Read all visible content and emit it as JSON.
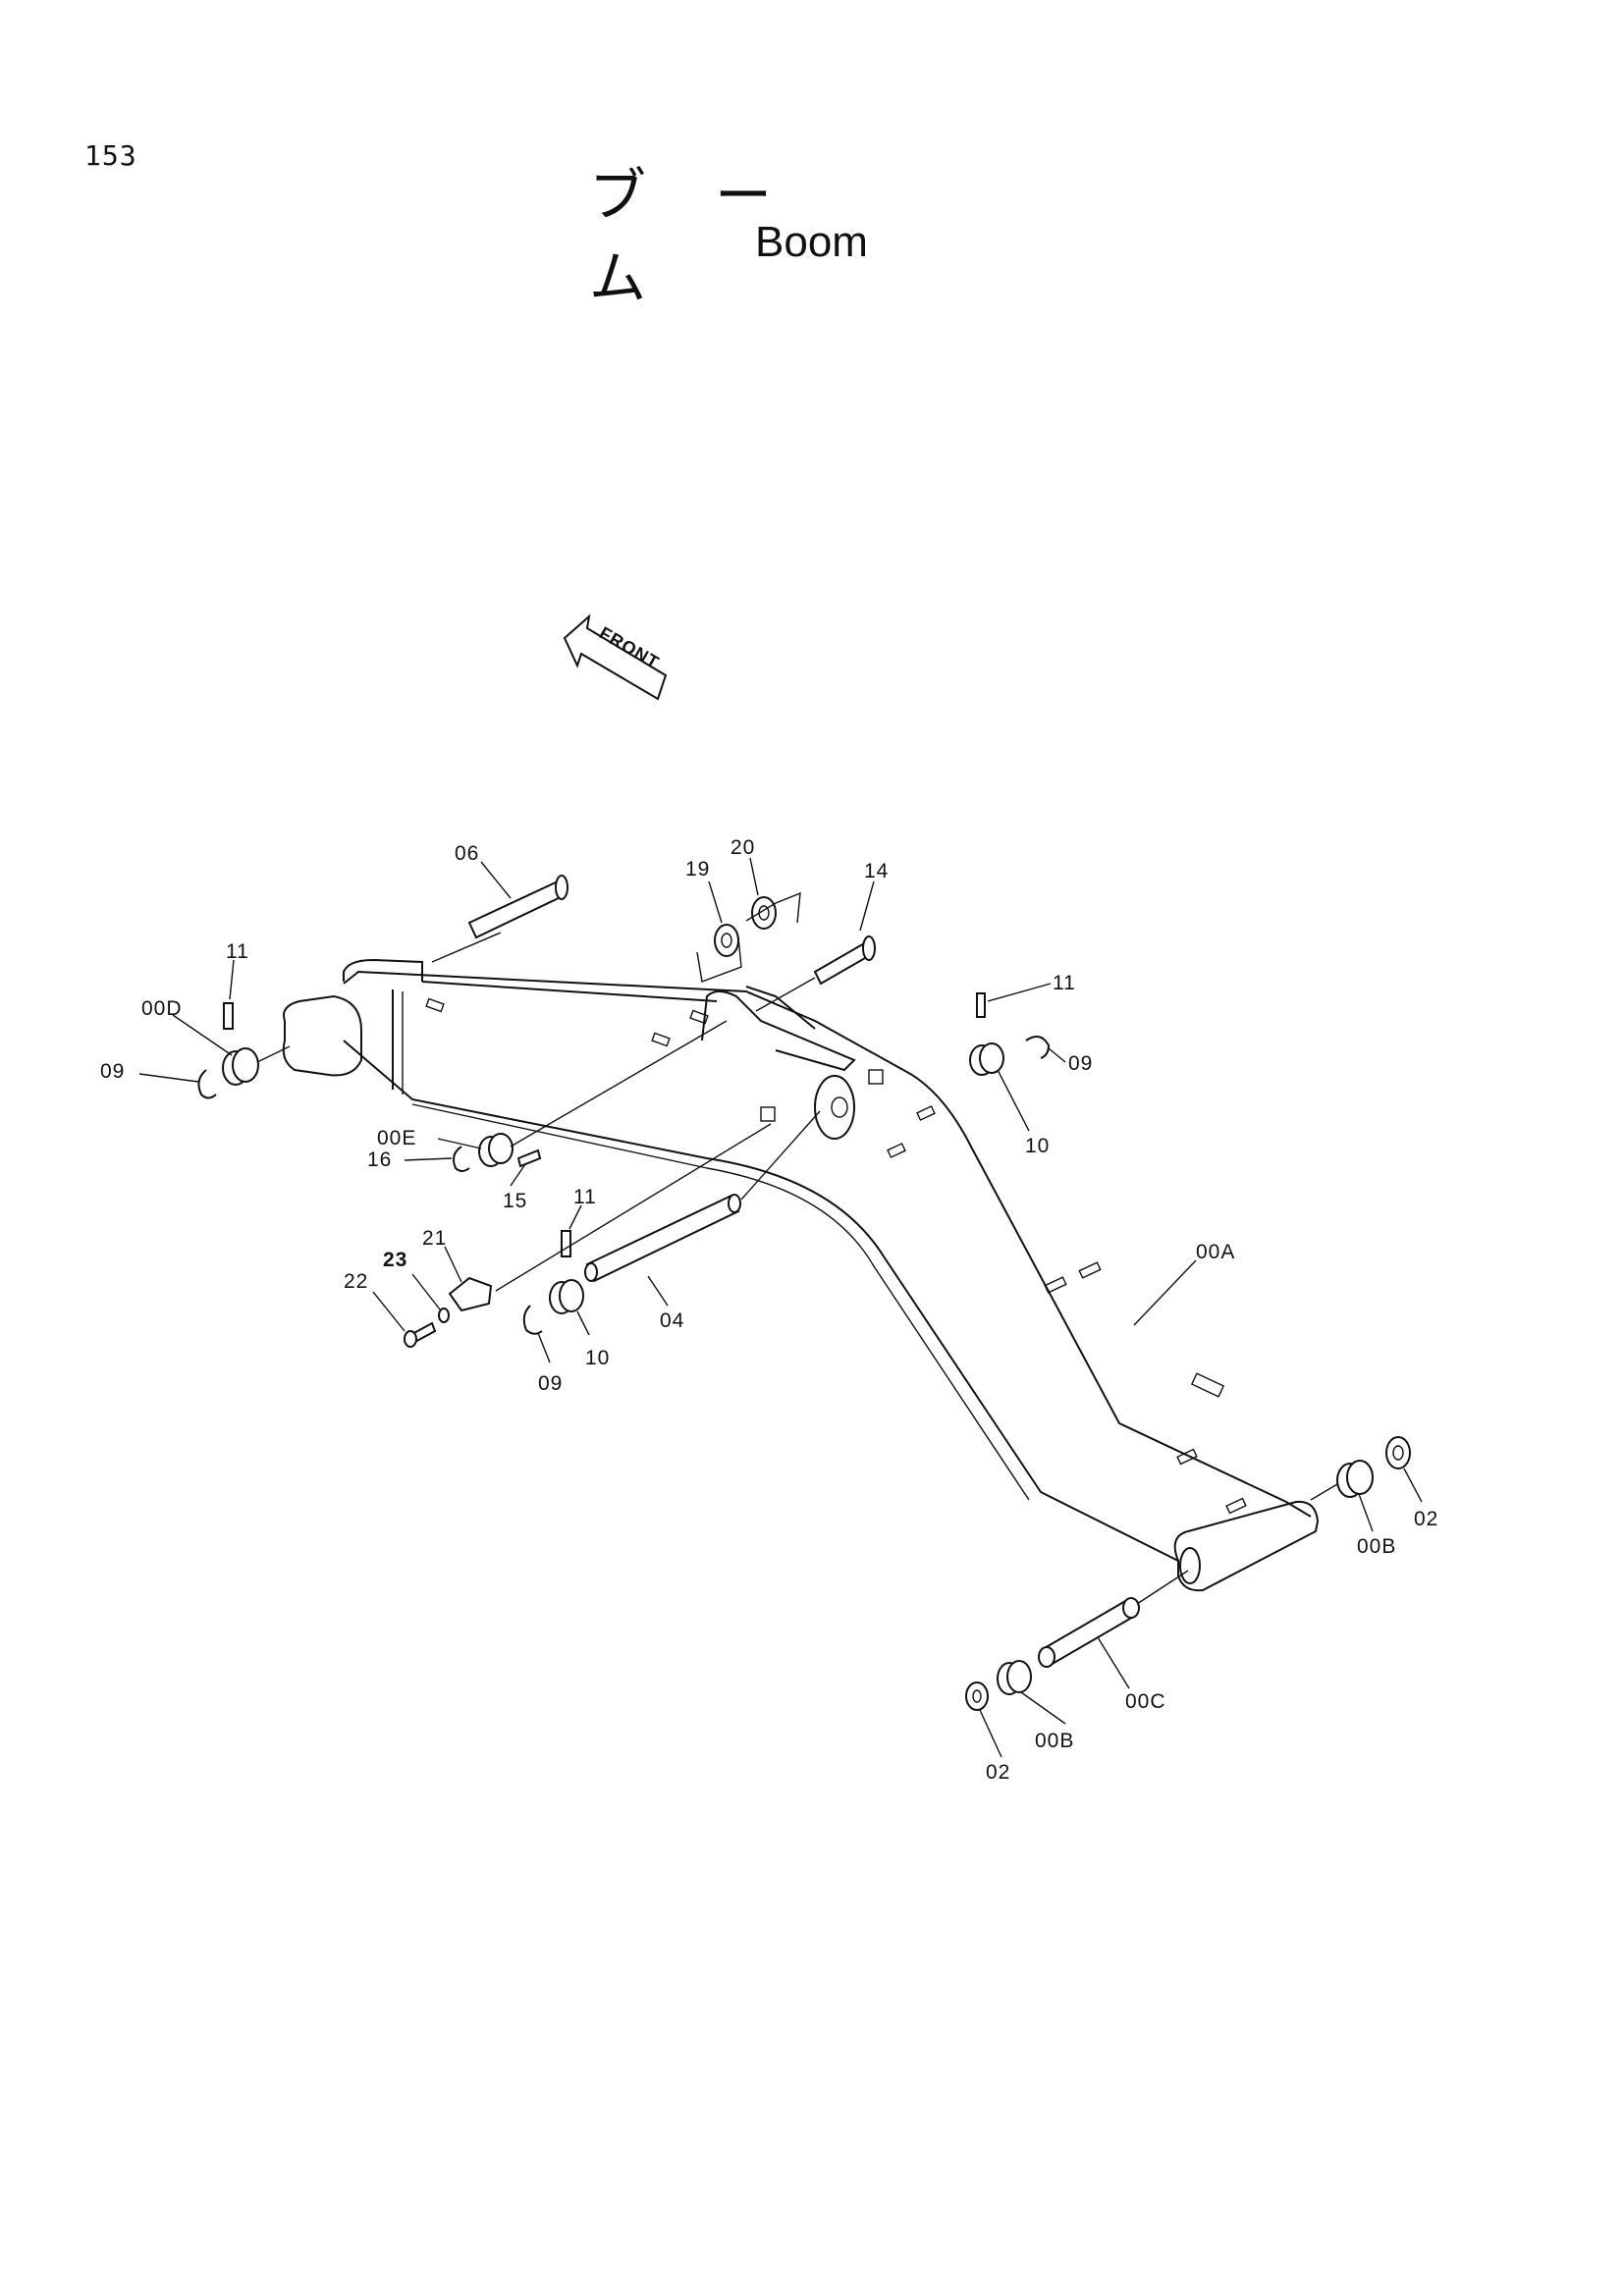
{
  "page_number": "153",
  "title_jp": "ブーム",
  "title_en": "Boom",
  "front_label": "FRONT",
  "part_labels": {
    "p06": "06",
    "p19": "19",
    "p20": "20",
    "p14": "14",
    "p11_left": "11",
    "p00D": "00D",
    "p09_left": "09",
    "p11_right": "11",
    "p09_right": "09",
    "p10_right": "10",
    "p00E": "00E",
    "p16": "16",
    "p15": "15",
    "p11_mid": "11",
    "p21": "21",
    "p23": "23",
    "p22": "22",
    "p10_mid": "10",
    "p09_mid": "09",
    "p04": "04",
    "p00A": "00A",
    "p02_right": "02",
    "p00B_right": "00B",
    "p00C": "00C",
    "p00B_bottom": "00B",
    "p02_bottom": "02"
  }
}
